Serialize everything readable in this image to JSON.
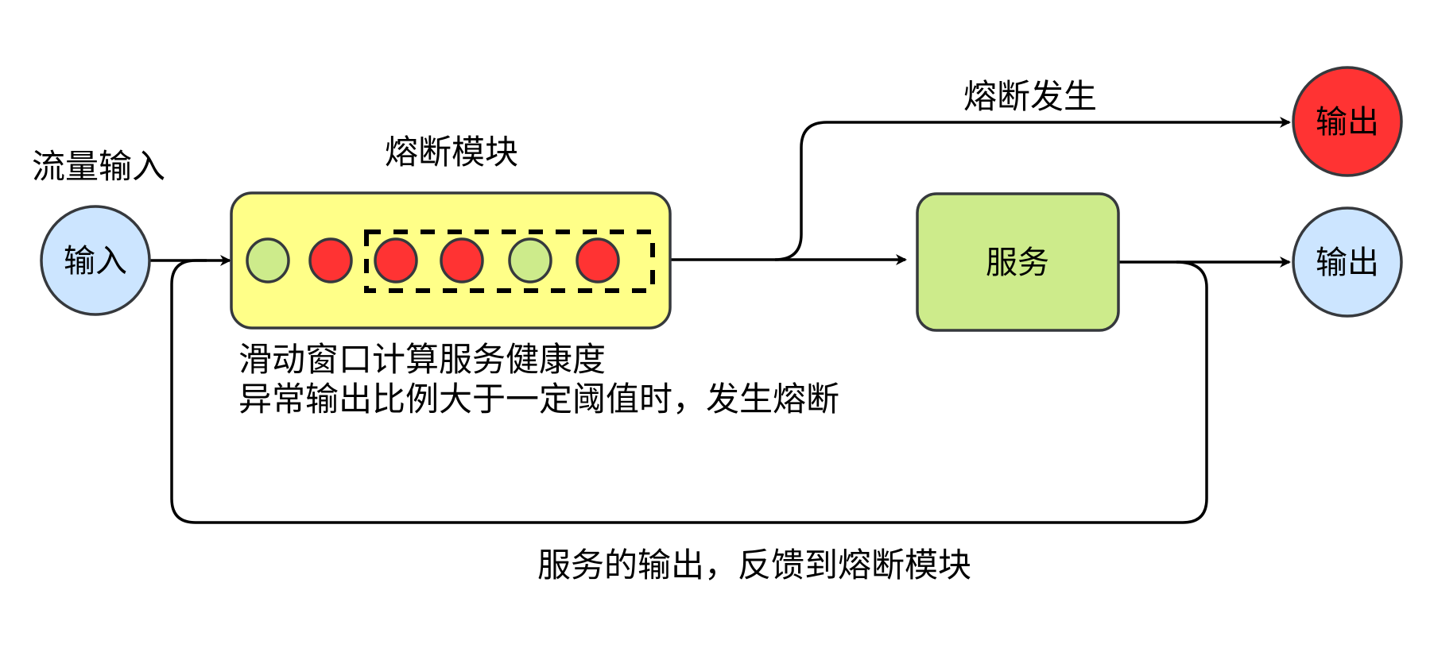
{
  "title_labels": {
    "traffic_input": "流量输入",
    "breaker_module": "熔断模块",
    "breaker_triggered": "熔断发生",
    "feedback": "服务的输出，反馈到熔断模块"
  },
  "description": {
    "line1": "滑动窗口计算服务健康度",
    "line2": "异常输出比例大于一定阈值时，发生熔断"
  },
  "nodes": {
    "input": {
      "label": "输入",
      "color": "#cce5ff"
    },
    "service": {
      "label": "服务",
      "color": "#cdeb8b"
    },
    "output_breaker": {
      "label": "输出",
      "color": "#ff3333"
    },
    "output_normal": {
      "label": "输出",
      "color": "#cce5ff"
    },
    "breaker_module": {
      "color": "#ffff88"
    }
  },
  "sliding_window": {
    "results": [
      "success",
      "failure",
      "failure",
      "failure",
      "success",
      "failure"
    ],
    "window_start_index": 2,
    "colors": {
      "success": "#cdeb8b",
      "failure": "#ff3333"
    }
  },
  "stroke_color": "#36393d"
}
